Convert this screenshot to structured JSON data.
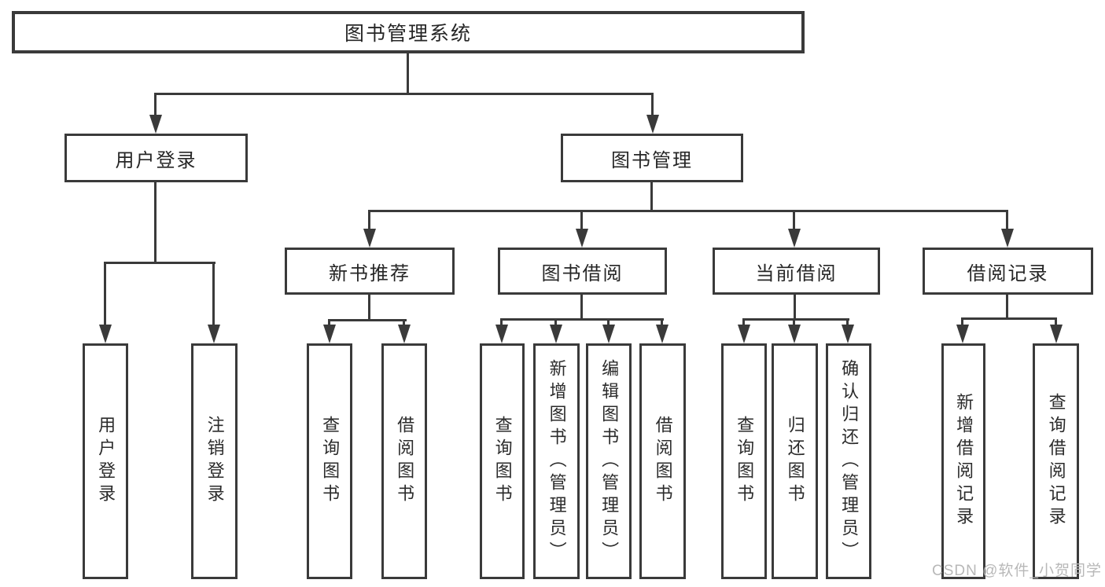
{
  "tree": {
    "root": {
      "label": "图书管理系统"
    },
    "user_login": {
      "label": "用户登录",
      "children": [
        {
          "label": "用户登录"
        },
        {
          "label": "注销登录"
        }
      ]
    },
    "book_mgmt": {
      "label": "图书管理"
    },
    "new_book": {
      "label": "新书推荐",
      "children": [
        {
          "label": "查询图书"
        },
        {
          "label": "借阅图书"
        }
      ]
    },
    "book_borrow": {
      "label": "图书借阅",
      "children": [
        {
          "label": "查询图书"
        },
        {
          "label": "新增图书（管理员）"
        },
        {
          "label": "编辑图书（管理员）"
        },
        {
          "label": "借阅图书"
        }
      ]
    },
    "current_borrow": {
      "label": "当前借阅",
      "children": [
        {
          "label": "查询图书"
        },
        {
          "label": "归还图书"
        },
        {
          "label": "确认归还（管理员）"
        }
      ]
    },
    "borrow_record": {
      "label": "借阅记录",
      "children": [
        {
          "label": "新增借阅记录"
        },
        {
          "label": "查询借阅记录"
        }
      ]
    }
  },
  "watermark": {
    "text": "CSDN @软件_小贺同学",
    "color": "#b8b8b8"
  },
  "colors": {
    "line": "#3a3a3a",
    "box_border": "#3a3a3a",
    "text": "#262626",
    "background": "#ffffff"
  }
}
